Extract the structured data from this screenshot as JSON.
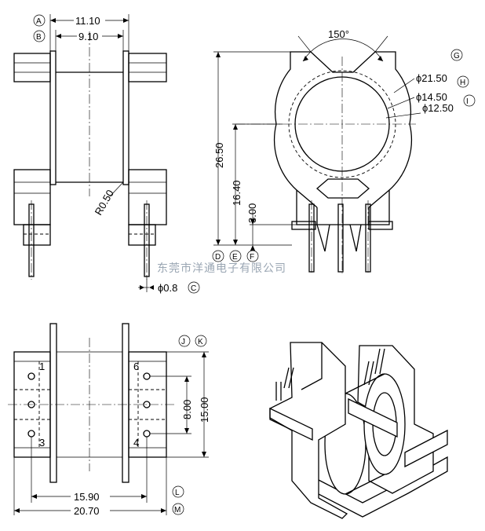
{
  "dimensions": {
    "d_11_10": "11.10",
    "d_9_10": "9.10",
    "angle": "150°",
    "dia_21_50": "ϕ21.50",
    "dia_14_50": "ϕ14.50",
    "dia_12_50": "ϕ12.50",
    "h_26_50": "26.50",
    "h_16_40": "16.40",
    "h_3_00": "3.00",
    "r_0_50": "R0.50",
    "pin_0_8": "ϕ0.8",
    "d_8_00": "8.00",
    "d_15_00": "15.00",
    "d_15_90": "15.90",
    "d_20_70": "20.70"
  },
  "refs": [
    "A",
    "B",
    "C",
    "D",
    "E",
    "F",
    "G",
    "H",
    "I",
    "J",
    "K",
    "L",
    "M"
  ],
  "pins": [
    "1",
    "3",
    "6",
    "4"
  ],
  "watermark": "东莞市洋通电子有限公司",
  "icons": [
    "circled-letter-icon",
    "bobbin-3d-view-icon"
  ]
}
